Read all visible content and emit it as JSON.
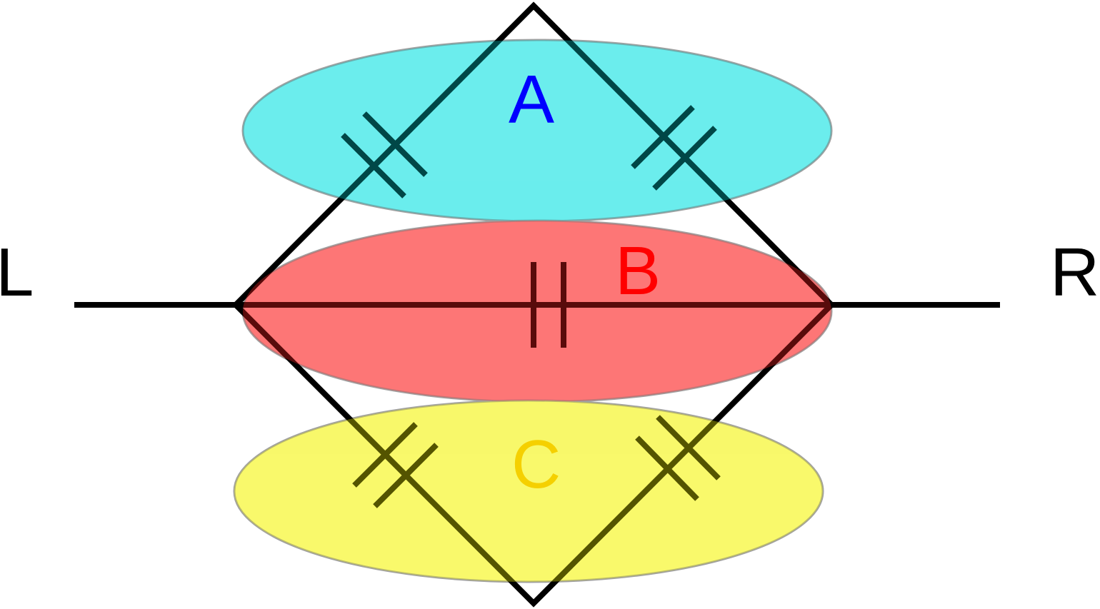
{
  "terminals": {
    "left": "L",
    "right": "R"
  },
  "groups": [
    {
      "id": "a",
      "label": "A",
      "fill_color": "#a5ffff",
      "label_color": "#0000ff"
    },
    {
      "id": "b",
      "label": "B",
      "fill_color": "#fca5a5",
      "label_color": "#ff0000"
    },
    {
      "id": "c",
      "label": "C",
      "fill_color": "#fdfda5",
      "label_color": "#f5d000"
    }
  ],
  "colors": {
    "line": "#000000",
    "ellipse_stroke": "#a0a0a0"
  }
}
